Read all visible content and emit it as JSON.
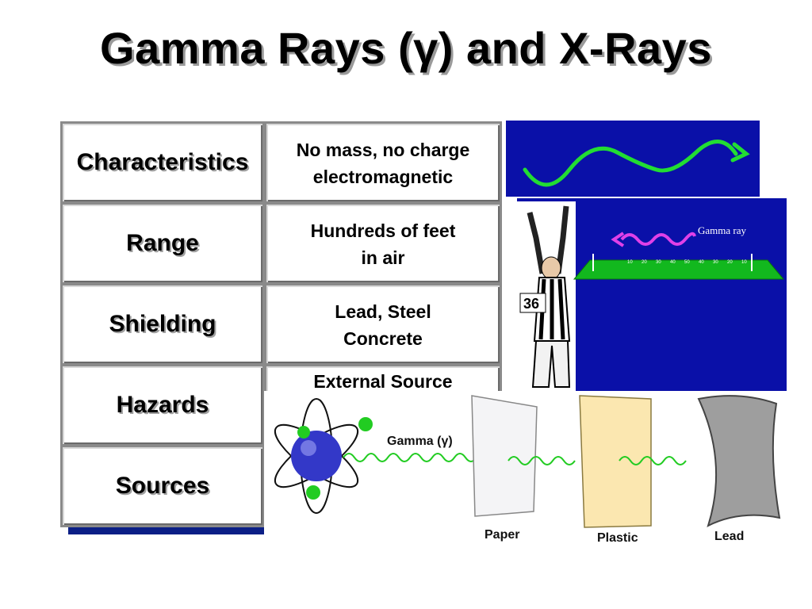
{
  "slide": {
    "title": "Gamma Rays (γ) and X-Rays"
  },
  "rows": [
    {
      "label": "Characteristics",
      "value_line1": "No mass, no charge",
      "value_line2": "electromagnetic"
    },
    {
      "label": "Range",
      "value_line1": "Hundreds of feet",
      "value_line2": "in air"
    },
    {
      "label": "Shielding",
      "value_line1": "Lead, Steel",
      "value_line2": "Concrete"
    },
    {
      "label": "Hazards",
      "value_line1": "External Source",
      "value_line2": ""
    },
    {
      "label": "Sources",
      "value_line1": "",
      "value_line2": ""
    }
  ],
  "football_panel": {
    "ray_label": "Gamma ray",
    "jersey_number": "36",
    "yard_numbers": [
      "10",
      "20",
      "30",
      "40",
      "50",
      "40",
      "30",
      "20",
      "10"
    ]
  },
  "shielding_diagram": {
    "ray_label": "Gamma (γ)",
    "barriers": [
      "Paper",
      "Plastic",
      "Lead"
    ]
  },
  "colors": {
    "panel_blue": "#0a10a8",
    "wave_green": "#22dd33",
    "wave_magenta": "#e040e8",
    "table_shadow": "#0b1f86"
  }
}
